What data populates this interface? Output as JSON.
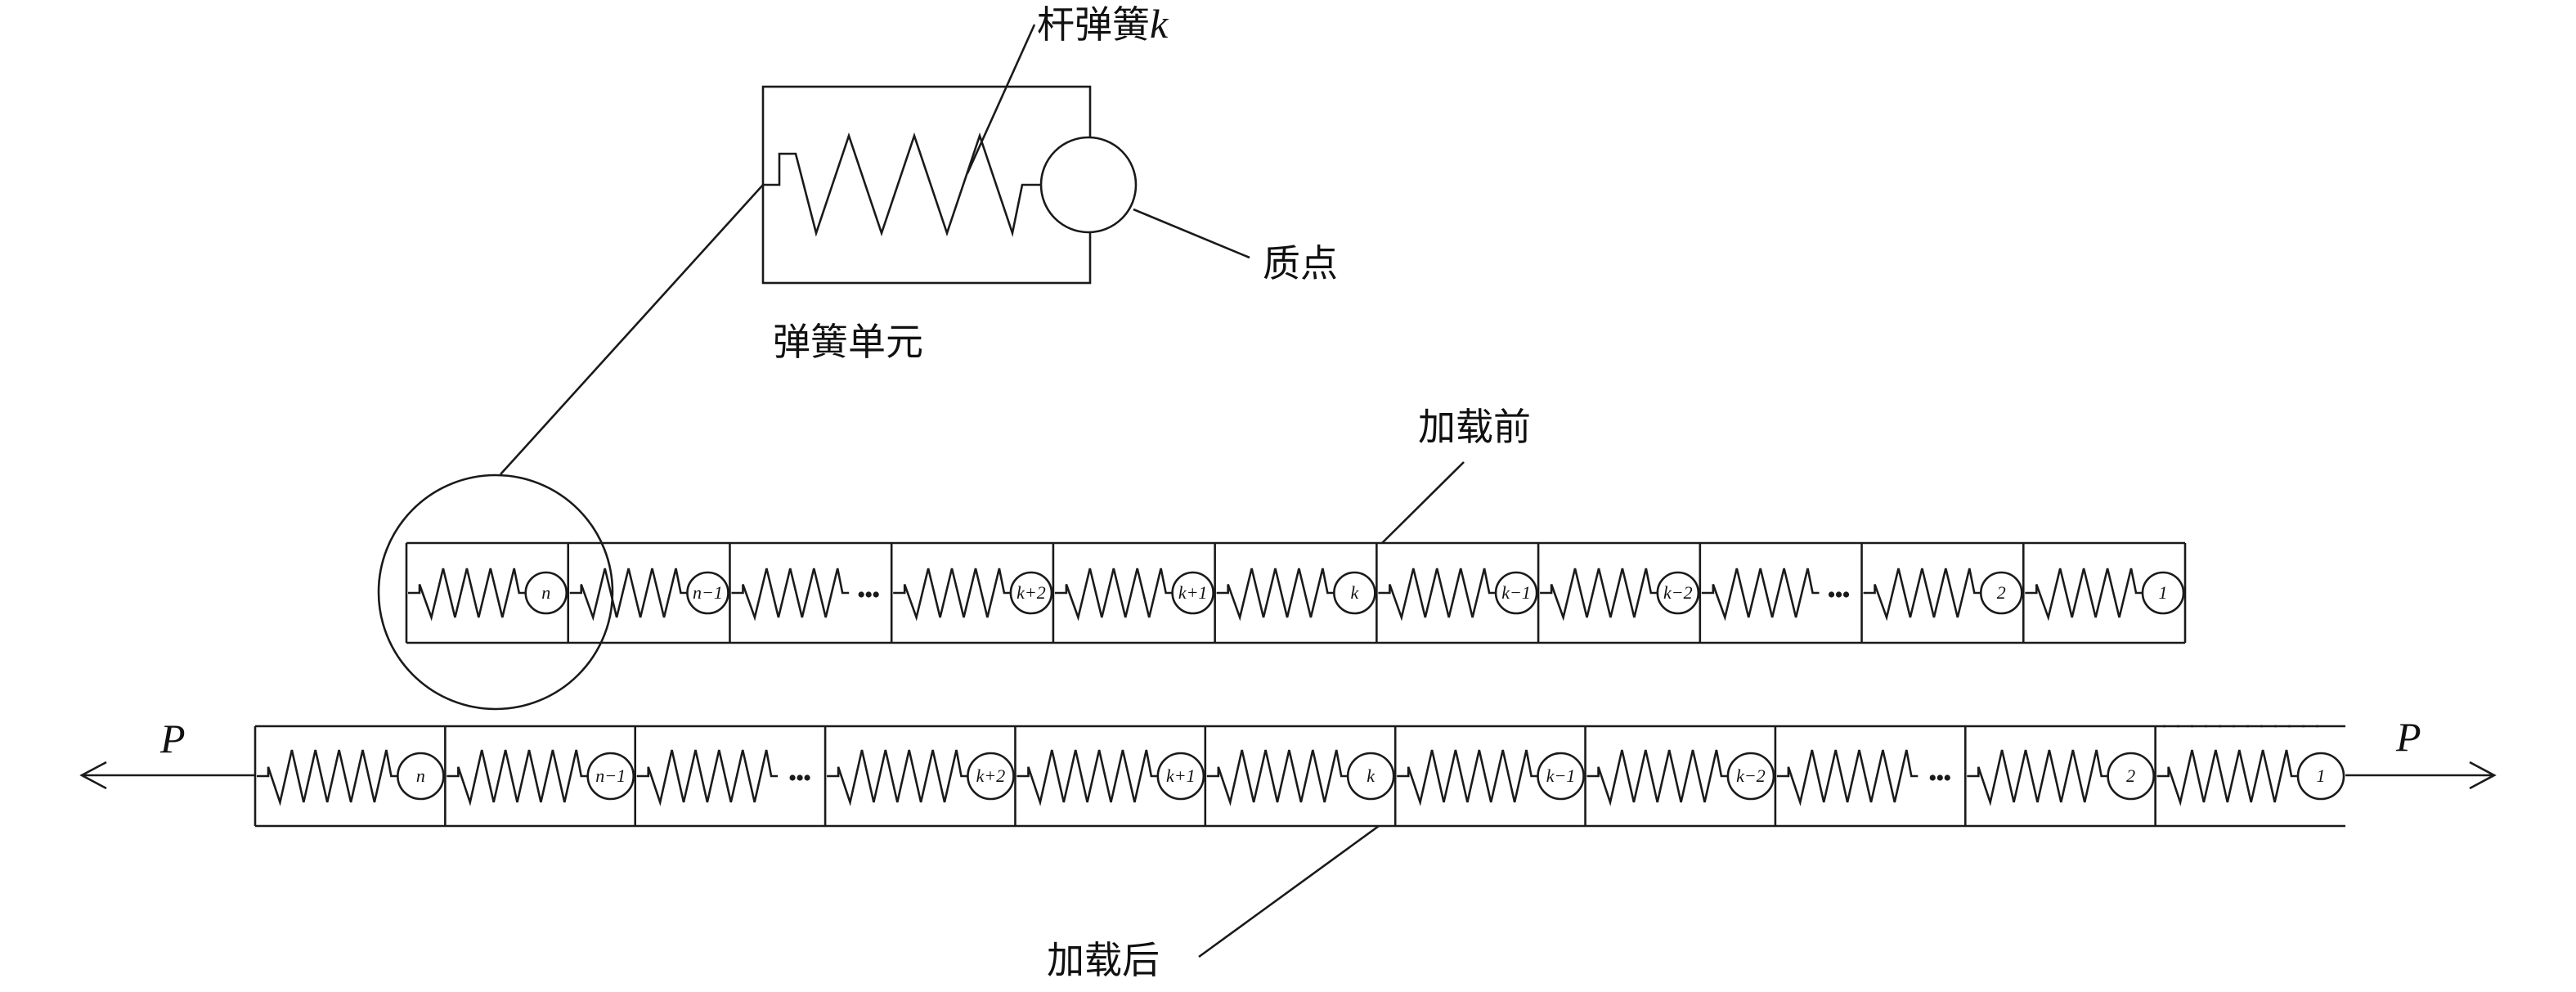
{
  "labels": {
    "rod_spring": "杆弹簧",
    "rod_spring_k": "k",
    "mass_point": "质点",
    "spring_unit": "弹簧单元",
    "before_loading": "加载前",
    "after_loading": "加载后",
    "force_left": "P",
    "force_right": "P"
  },
  "chains": {
    "before": {
      "nodes": [
        {
          "label": "n"
        },
        {
          "label": "n−1"
        },
        {
          "ellipsis": true
        },
        {
          "label": "k+2"
        },
        {
          "label": "k+1"
        },
        {
          "label": "k"
        },
        {
          "label": "k−1"
        },
        {
          "label": "k−2"
        },
        {
          "ellipsis": true
        },
        {
          "label": "2"
        },
        {
          "label": "1"
        }
      ]
    },
    "after": {
      "nodes": [
        {
          "label": "n"
        },
        {
          "label": "n−1"
        },
        {
          "ellipsis": true
        },
        {
          "label": "k+2"
        },
        {
          "label": "k+1"
        },
        {
          "label": "k"
        },
        {
          "label": "k−1"
        },
        {
          "label": "k−2"
        },
        {
          "ellipsis": true
        },
        {
          "label": "2"
        },
        {
          "label": "1"
        }
      ]
    }
  },
  "colors": {
    "line": "#1a1a1a",
    "background": "#ffffff"
  }
}
